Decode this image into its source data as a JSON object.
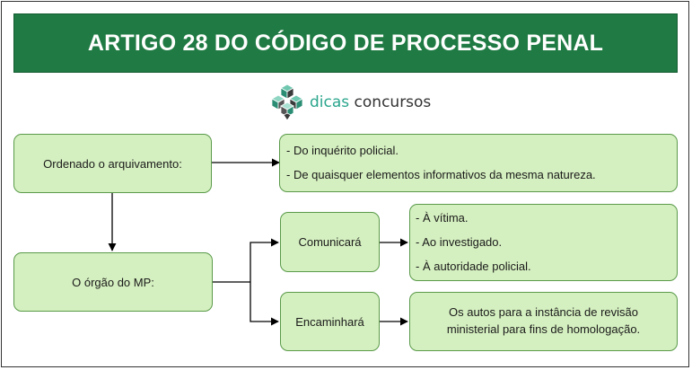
{
  "title": "ARTIGO 28 DO CÓDIGO DE PROCESSO PENAL",
  "logo": {
    "word1": "dicas",
    "word2": "concursos",
    "icon": "cube-stack-icon"
  },
  "nodes": {
    "ordenado": {
      "label": "Ordenado o arquivamento:"
    },
    "arquivamento_itens": [
      "- Do inquérito policial.",
      "- De quaisquer elementos informativos da mesma natureza."
    ],
    "orgao_mp": {
      "label": "O órgão do MP:"
    },
    "comunicara": {
      "label": "Comunicará"
    },
    "comunicar_itens": [
      "- À vítima.",
      "- Ao investigado.",
      "- À autoridade policial."
    ],
    "encaminhara": {
      "label": "Encaminhará"
    },
    "encaminhar_texto": [
      "Os autos para a instância de revisão",
      "ministerial para fins de homologação."
    ]
  },
  "colors": {
    "title_bg": "#1f7a43",
    "node_fill": "#d5f0c0",
    "node_border": "#5a9a4a",
    "logo_accent": "#2aa58c"
  }
}
